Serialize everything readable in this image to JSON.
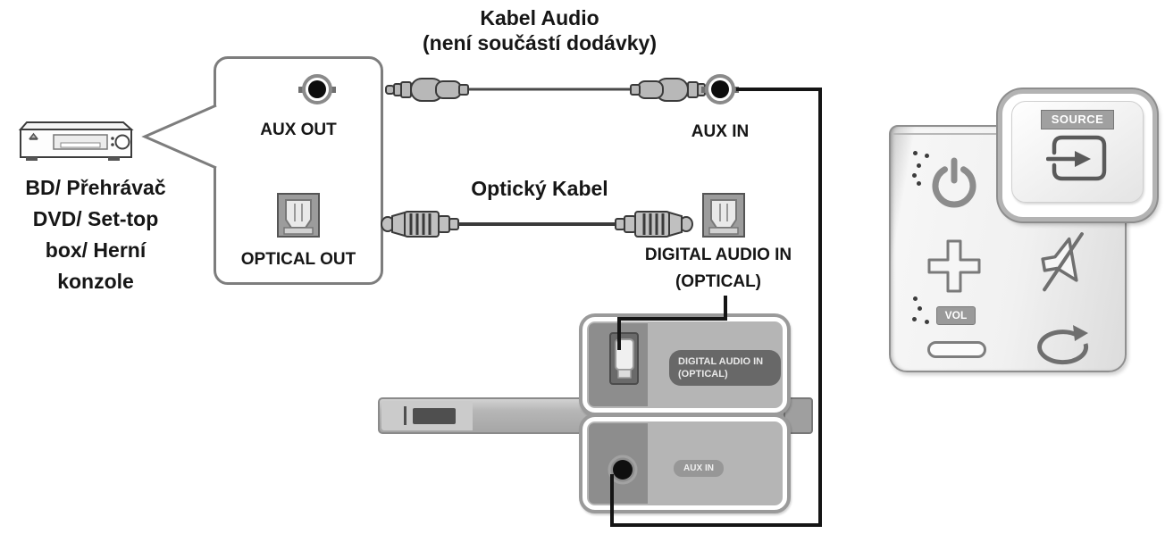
{
  "titles": {
    "audio_cable_1": "Kabel Audio",
    "audio_cable_2": "(není součástí dodávky)",
    "optical_cable": "Optický Kabel"
  },
  "device": {
    "line1": "BD/ Přehrávač",
    "line2": "DVD/ Set-top",
    "line3": "box/ Herní",
    "line4": "konzole"
  },
  "ports": {
    "aux_out": "AUX OUT",
    "optical_out": "OPTICAL OUT",
    "aux_in": "AUX IN",
    "digital_in_1": "DIGITAL AUDIO IN",
    "digital_in_2": "(OPTICAL)"
  },
  "soundbar": {
    "optical_badge_1": "DIGITAL AUDIO IN",
    "optical_badge_2": "(OPTICAL)",
    "aux_badge": "AUX IN"
  },
  "remote": {
    "source_badge": "SOURCE",
    "vol_badge": "VOL"
  },
  "icons": {
    "bd-player-icon": "disc player front view",
    "aux-jack-icon": "black 3.5mm round jack",
    "optical-connector-icon": "square toslink optical port",
    "audio-cable-icon": "3.5mm stereo cable with two plugs",
    "optical-cable-icon": "optical cable with ridged plugs",
    "power-icon": "standby power symbol",
    "source-icon": "arrow entering box",
    "volume-up-icon": "plus sign",
    "volume-down-icon": "minus pill",
    "mute-icon": "speaker with slash",
    "repeat-icon": "circular loop arrow"
  },
  "colors": {
    "line": "#151515",
    "panel_border": "#7d7d7d",
    "gray_fill": "#b5b5b5",
    "dark_badge": "#686868",
    "badge_gray": "#979797",
    "remote_body": "#f0f0f0",
    "text": "#161616"
  }
}
